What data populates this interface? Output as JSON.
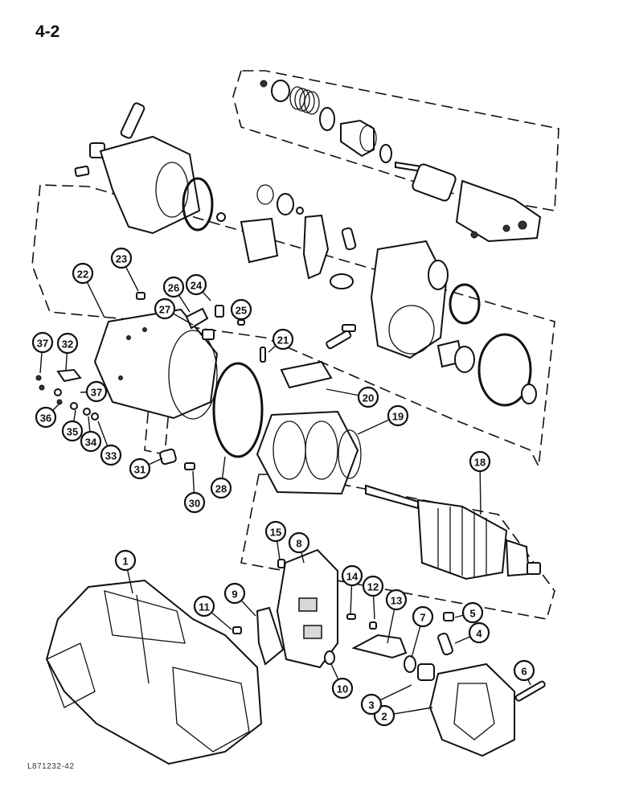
{
  "page": {
    "number": "4-2",
    "figure_code": "L871232-42"
  },
  "callouts": [
    "1",
    "2",
    "3",
    "4",
    "5",
    "6",
    "7",
    "8",
    "9",
    "10",
    "11",
    "12",
    "13",
    "14",
    "15",
    "18",
    "19",
    "20",
    "21",
    "22",
    "23",
    "24",
    "25",
    "26",
    "27",
    "28",
    "30",
    "31",
    "32",
    "33",
    "34",
    "35",
    "36",
    "37",
    "37"
  ]
}
